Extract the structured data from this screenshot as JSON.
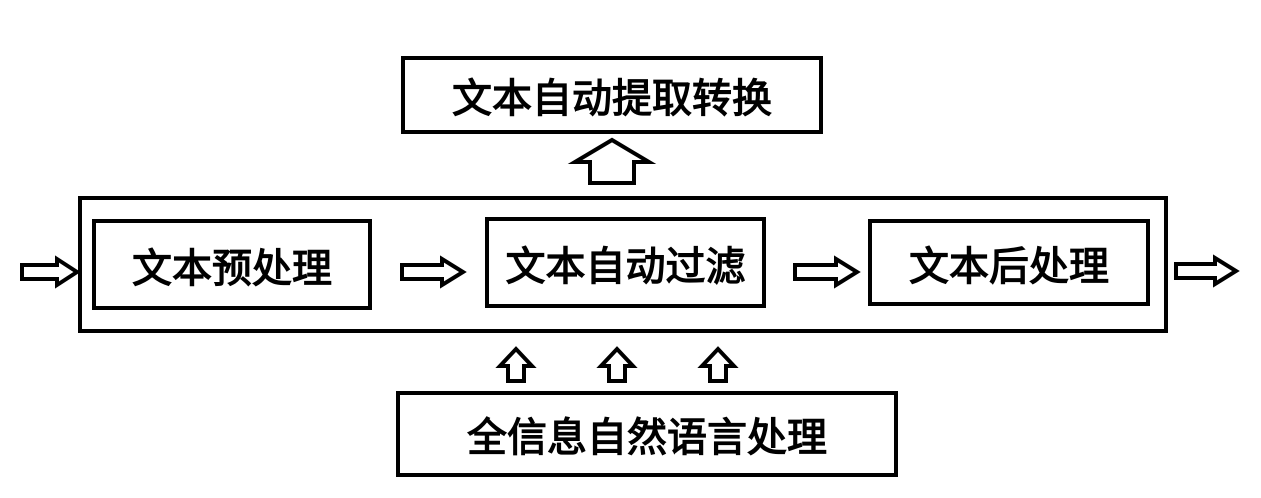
{
  "top_box": {
    "label": "文本自动提取转换"
  },
  "pipeline": {
    "steps": [
      {
        "label": "文本预处理"
      },
      {
        "label": "文本自动过滤"
      },
      {
        "label": "文本后处理"
      }
    ]
  },
  "bottom_box": {
    "label": "全信息自然语言处理"
  },
  "colors": {
    "stroke": "#000000",
    "fill": "#ffffff"
  }
}
